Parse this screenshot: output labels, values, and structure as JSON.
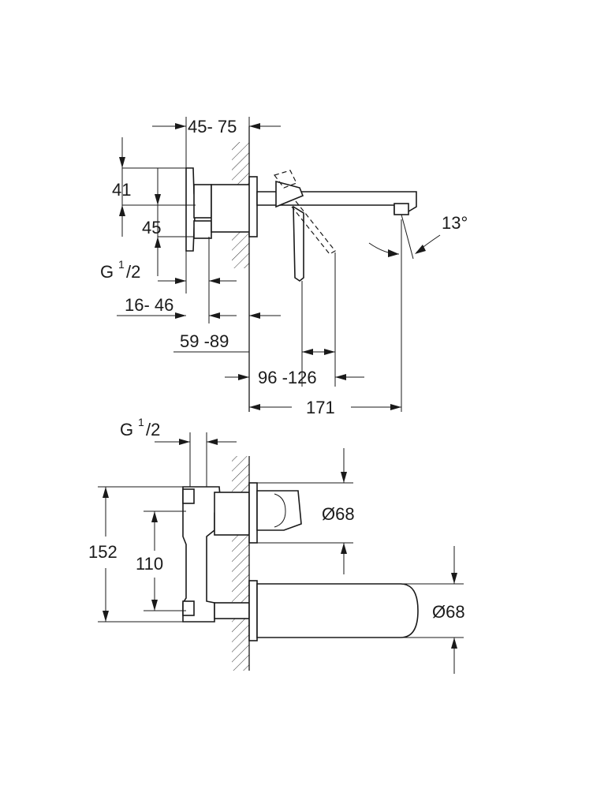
{
  "side_view": {
    "dim_wall_depth": "45- 75",
    "dim_height_upper": "41",
    "dim_height_lower": "45",
    "thread": {
      "main": "G",
      "sup": "1",
      "sub": "/2"
    },
    "dim_depth_range": "16- 46",
    "dim_body_depth": "59 -89",
    "dim_handle_reach": "96 -126",
    "dim_spout_length": "171",
    "angle": "13°"
  },
  "front_view": {
    "thread": {
      "main": "G",
      "sup": "1",
      "sub": "/2"
    },
    "dim_total_height": "152",
    "dim_center_distance": "110",
    "rosette_upper": "Ø68",
    "rosette_lower": "Ø68"
  }
}
